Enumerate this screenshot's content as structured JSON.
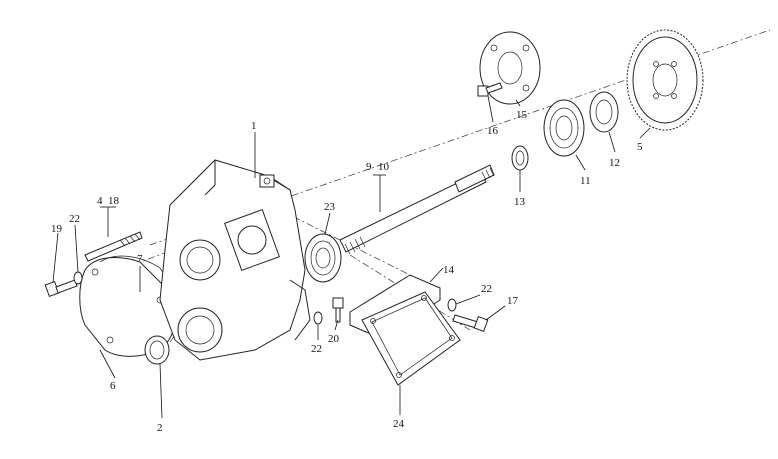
{
  "labels": {
    "p1": "1",
    "p2": "2",
    "p4": "4",
    "p18": "18",
    "p5": "5",
    "p6": "6",
    "p7": "7",
    "p9": "9",
    "p10": "10",
    "p11": "11",
    "p12": "12",
    "p13": "13",
    "p14": "14",
    "p15": "15",
    "p16": "16",
    "p17": "17",
    "p19": "19",
    "p20": "20",
    "p22a": "22",
    "p22b": "22",
    "p22c": "22",
    "p23": "23",
    "p24": "24"
  }
}
